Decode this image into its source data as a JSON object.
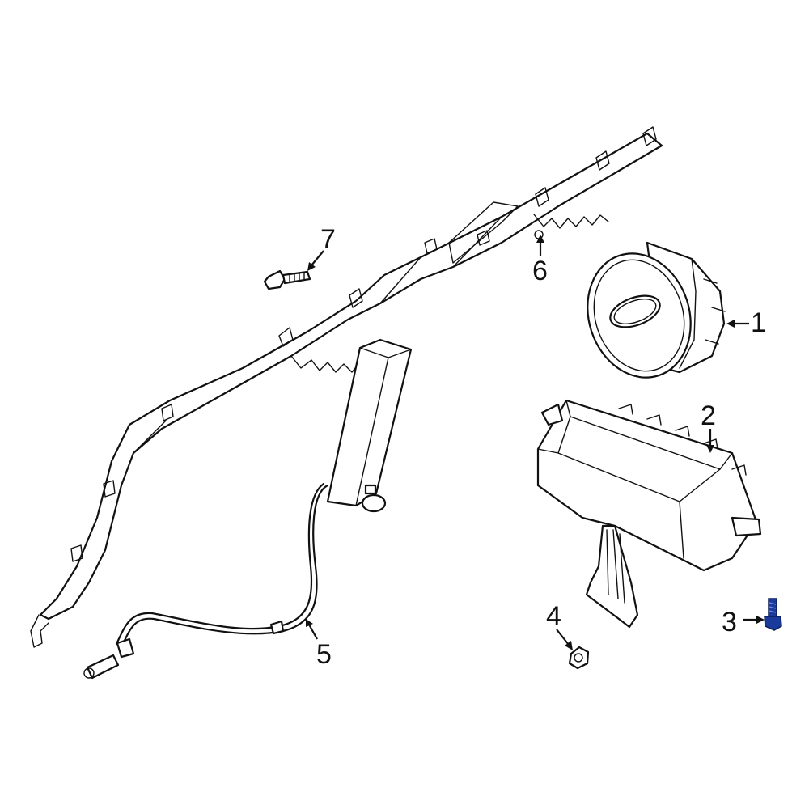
{
  "callouts": {
    "c1": "1",
    "c2": "2",
    "c3": "3",
    "c4": "4",
    "c5": "5",
    "c6": "6",
    "c7": "7"
  },
  "colors": {
    "line": "#111111",
    "highlight_part": "#1a3a9c"
  },
  "highlighted_part": "3"
}
